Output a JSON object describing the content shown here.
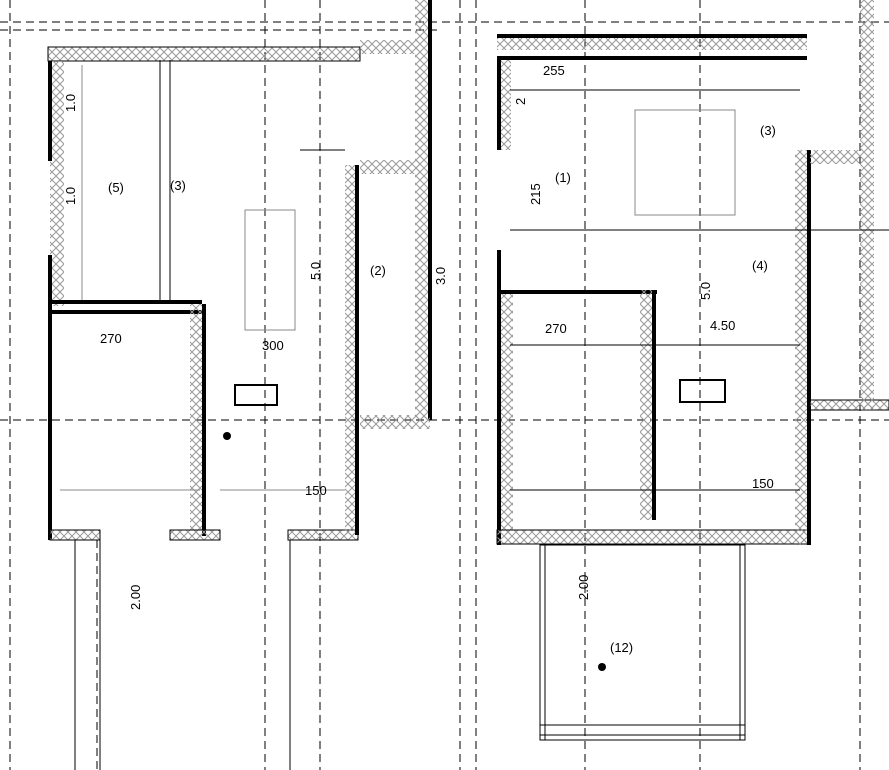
{
  "plan": {
    "left_unit": {
      "dimensions": [
        "1.0",
        "1.0",
        "270",
        "300",
        "3.0",
        "2.00",
        "150",
        "5.0"
      ],
      "room_marks": [
        "(5)",
        "(3)",
        "(2)"
      ]
    },
    "right_unit": {
      "dimensions": [
        "255",
        "2",
        "215",
        "270",
        "4.50",
        "5.0",
        "150",
        "2.00"
      ],
      "room_marks": [
        "(1)",
        "(4)",
        "(3)"
      ]
    },
    "balcony": {
      "room_mark": "(12)"
    },
    "colors": {
      "wall": "#000000",
      "hatch": "#999999"
    }
  }
}
